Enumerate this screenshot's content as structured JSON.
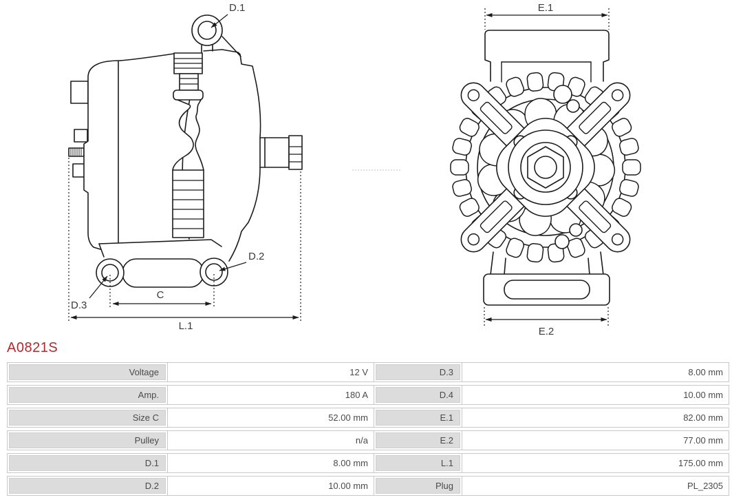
{
  "part_number": "A0821S",
  "colors": {
    "part_number_red": "#b4282e",
    "line_color": "#1b1b1b",
    "table_label_bg": "#dcdcdc",
    "table_border": "#c8c8c8",
    "text_gray": "#4a4a4a"
  },
  "diagram": {
    "labels": {
      "d1": "D.1",
      "d2": "D.2",
      "d3": "D.3",
      "c": "C",
      "l1": "L.1",
      "e1": "E.1",
      "e2": "E.2"
    }
  },
  "spec_table": {
    "rows": [
      {
        "label_left": "Voltage",
        "value_left": "12 V",
        "label_right": "D.3",
        "value_right": "8.00 mm"
      },
      {
        "label_left": "Amp.",
        "value_left": "180 A",
        "label_right": "D.4",
        "value_right": "10.00 mm"
      },
      {
        "label_left": "Size C",
        "value_left": "52.00 mm",
        "label_right": "E.1",
        "value_right": "82.00 mm"
      },
      {
        "label_left": "Pulley",
        "value_left": "n/a",
        "label_right": "E.2",
        "value_right": "77.00 mm"
      },
      {
        "label_left": "D.1",
        "value_left": "8.00 mm",
        "label_right": "L.1",
        "value_right": "175.00 mm"
      },
      {
        "label_left": "D.2",
        "value_left": "10.00 mm",
        "label_right": "Plug",
        "value_right": "PL_2305"
      }
    ]
  }
}
